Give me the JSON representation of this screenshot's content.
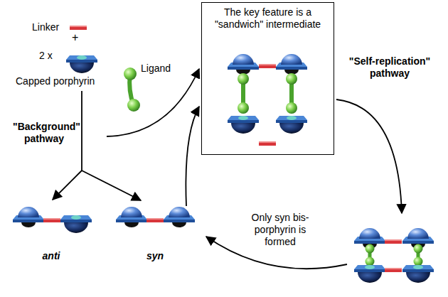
{
  "diagram": {
    "nodes": [
      {
        "text": [
          "The key feature is a \"sandwich\" intermediate"
        ]
      }
    ],
    "labels": [
      "Linker",
      "+",
      "2 x",
      "Capped porphyrin",
      "Ligand",
      "\"Self-replication\" pathway",
      "\"Background\" pathway",
      "anti",
      "syn",
      "Only syn bis-porphyrin is formed"
    ]
  }
}
